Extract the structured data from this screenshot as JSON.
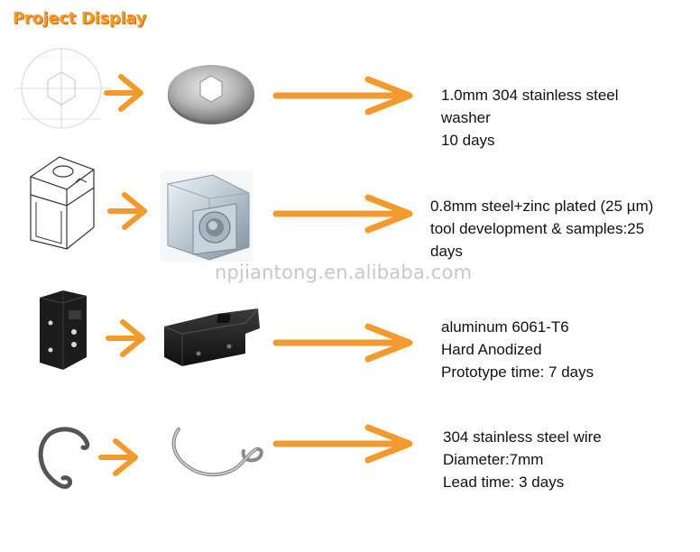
{
  "page": {
    "title": "Project Display",
    "accent_color": "#f39a2e",
    "watermark": "npjiantong.en.alibaba.com"
  },
  "items": [
    {
      "drawing_icon": "washer-drawing-icon",
      "photo_icon": "stainless-steel-washer-icon",
      "lines": [
        "1.0mm 304 stainless steel",
        "washer",
        "10 days"
      ]
    },
    {
      "drawing_icon": "bracket-drawing-icon",
      "photo_icon": "zinc-plated-bracket-icon",
      "lines": [
        "0.8mm steel+zinc plated (25 µm)",
        "tool development & samples:25",
        "days"
      ]
    },
    {
      "drawing_icon": "anodized-block-drawing-icon",
      "photo_icon": "anodized-block-icon",
      "lines": [
        "aluminum 6061-T6",
        "Hard Anodized",
        "Prototype time: 7 days"
      ]
    },
    {
      "drawing_icon": "wire-hook-drawing-icon",
      "photo_icon": "stainless-wire-hook-icon",
      "lines": [
        "304 stainless steel wire",
        "Diameter:7mm",
        "Lead time: 3 days"
      ]
    }
  ]
}
